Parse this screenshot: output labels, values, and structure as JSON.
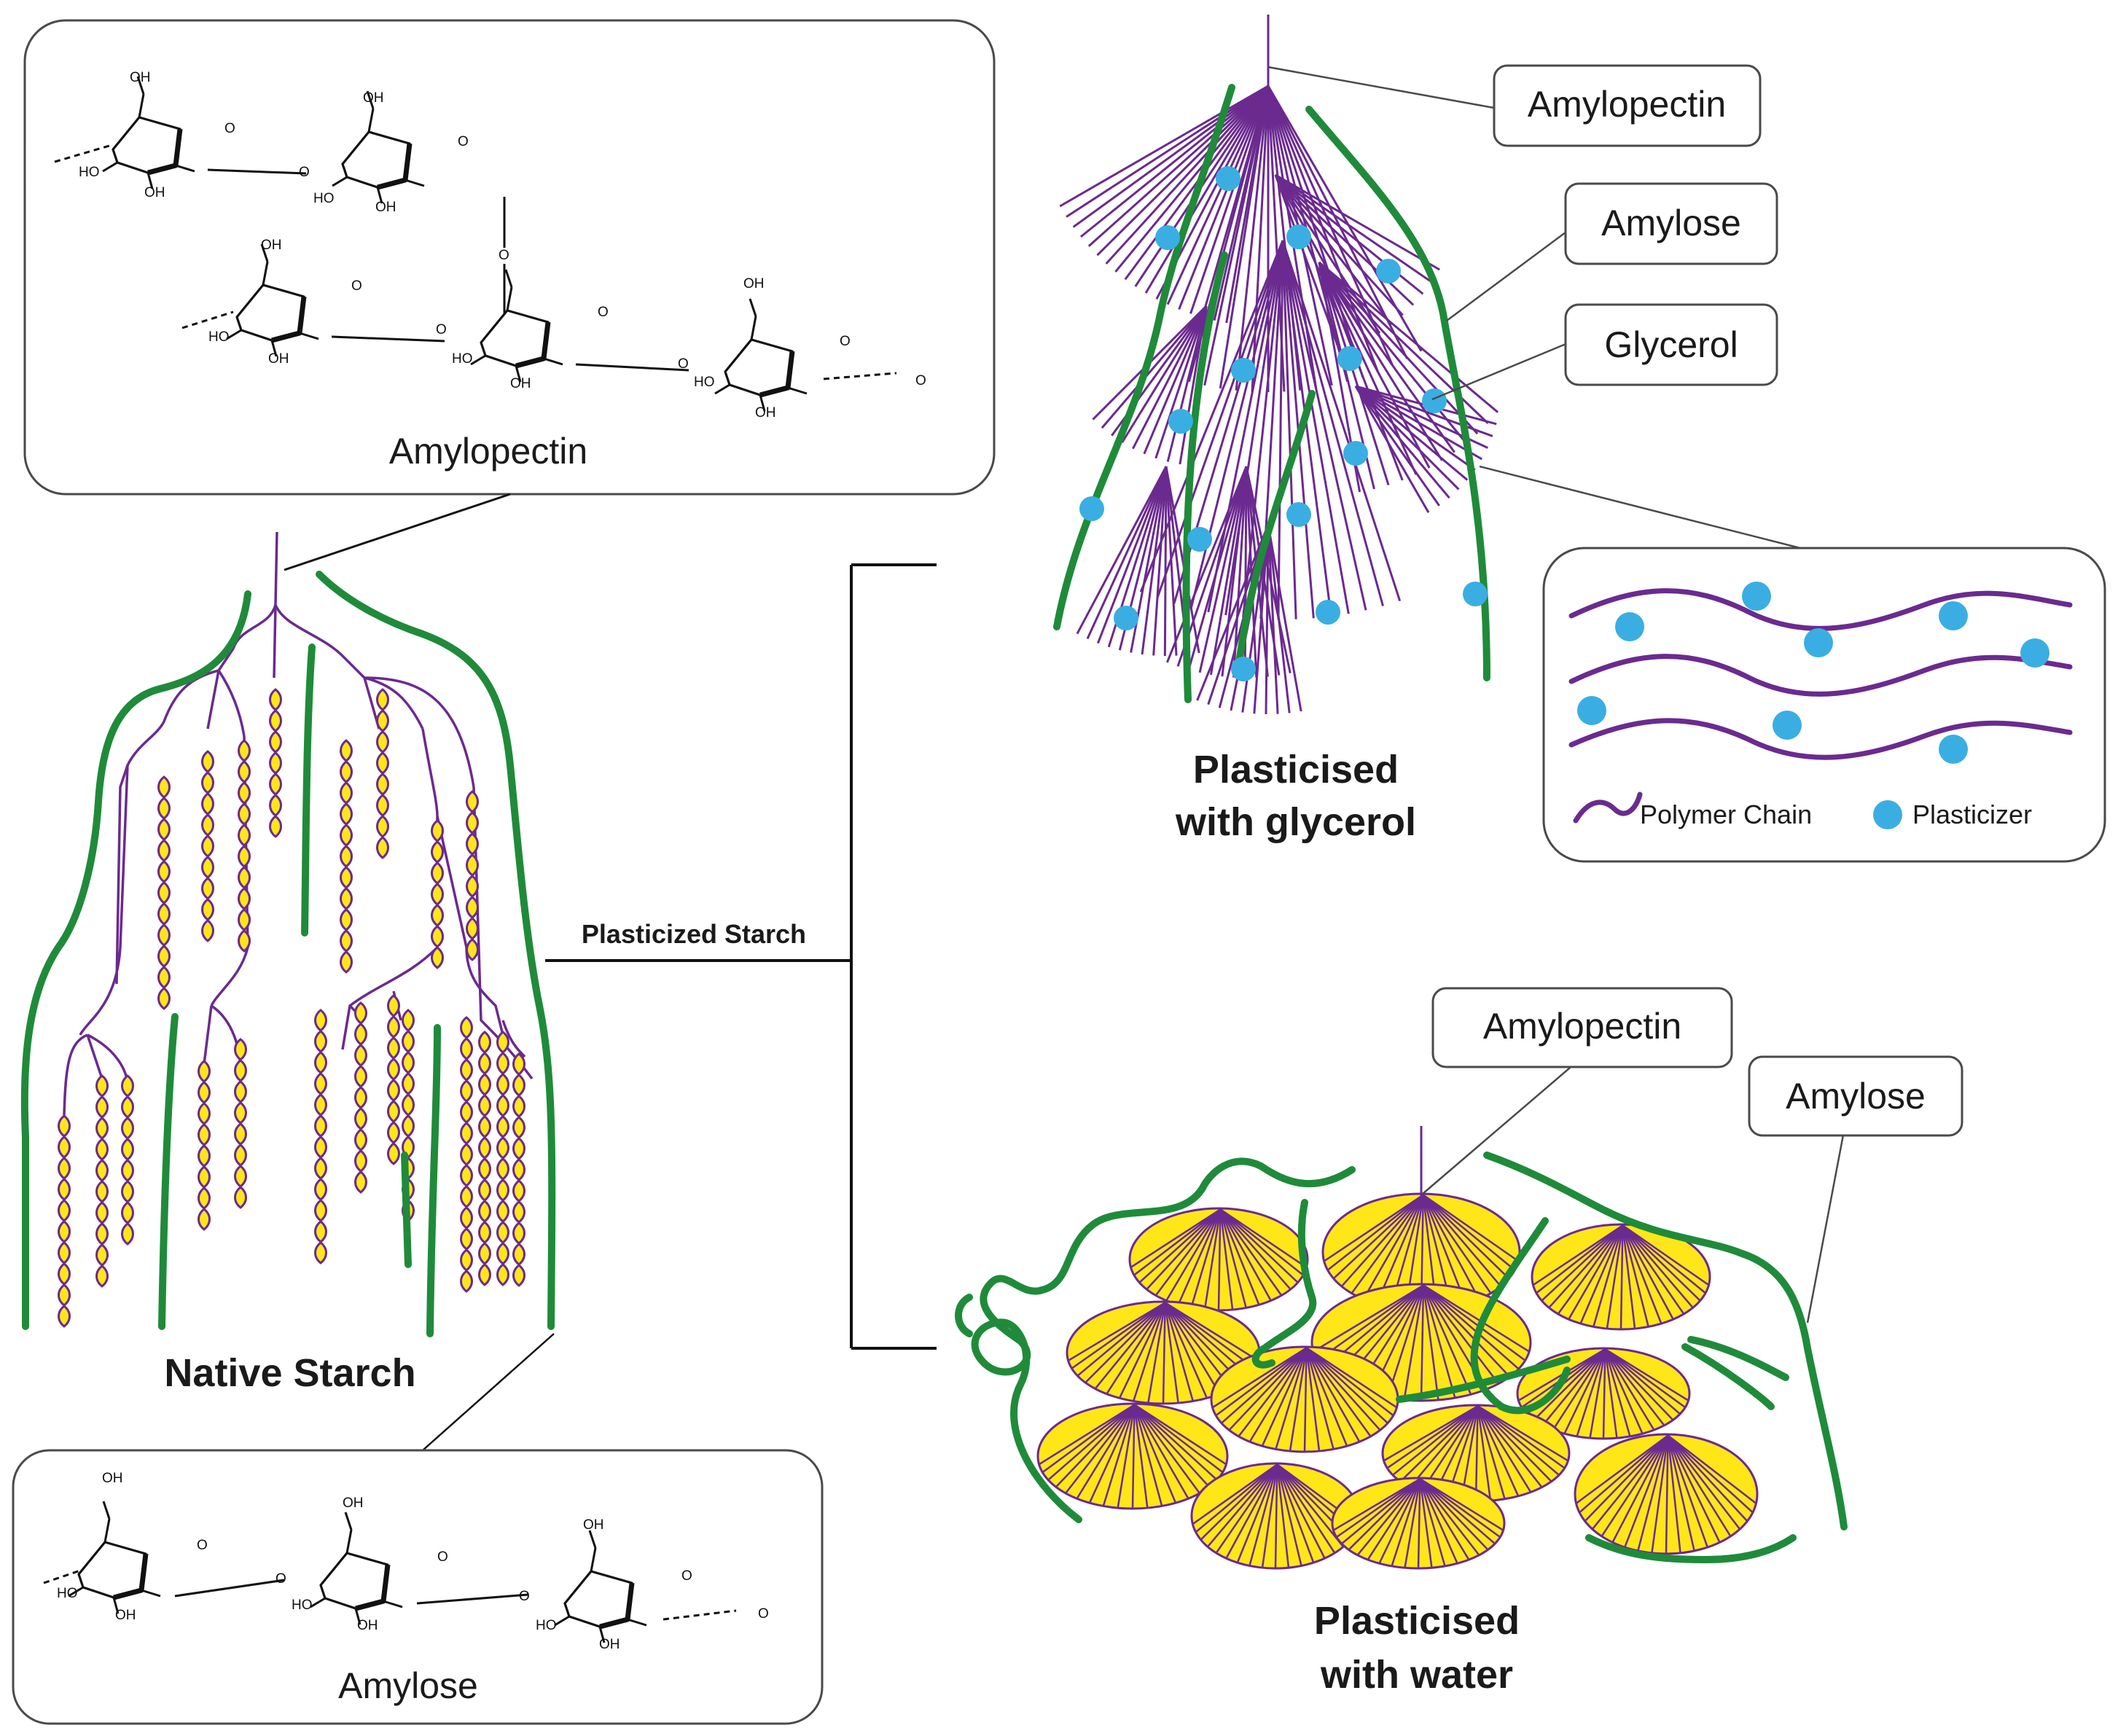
{
  "native": {
    "title": "Native Starch",
    "amylopectin_box_label": "Amylopectin",
    "amylose_box_label": "Amylose"
  },
  "bracket_label": "Plasticized Starch",
  "glycerol_panel": {
    "title_line1": "Plasticised",
    "title_line2": "with glycerol",
    "callouts": [
      "Amylopectin",
      "Amylose",
      "Glycerol"
    ],
    "legend": {
      "chain_label": "Polymer Chain",
      "plasticizer_label": "Plasticizer"
    }
  },
  "water_panel": {
    "title_line1": "Plasticised",
    "title_line2": "with water",
    "callouts": [
      "Amylopectin",
      "Amylose"
    ]
  },
  "chem_labels": {
    "oh": "OH",
    "ho": "HO",
    "o": "O"
  },
  "colors": {
    "amylose_green": "#1f8b3a",
    "amylopectin_purple": "#6b2a8f",
    "crystal_yellow": "#ffe619",
    "plasticizer_blue": "#3aaee2",
    "box_stroke": "#4a4a4a"
  }
}
